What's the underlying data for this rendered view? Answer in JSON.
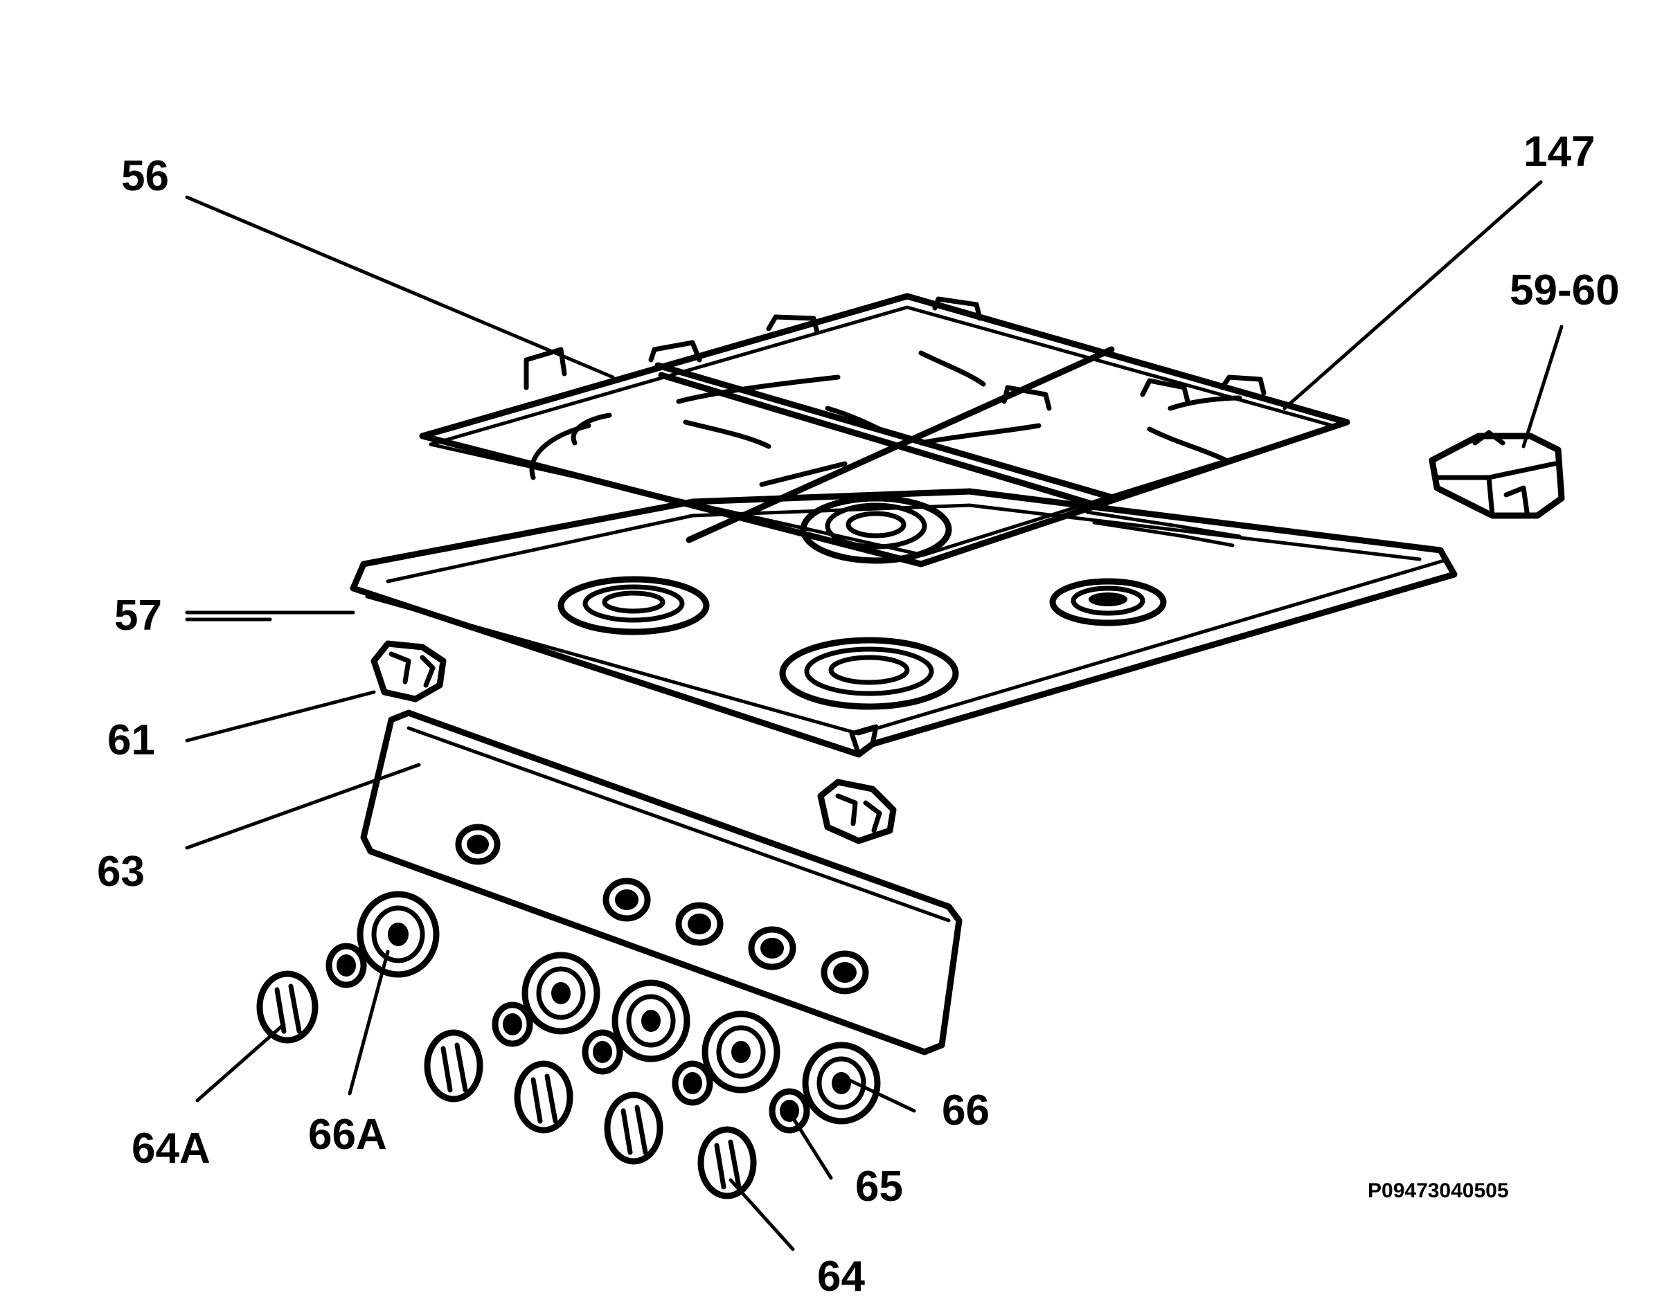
{
  "callouts": {
    "c56": "56",
    "c147": "147",
    "c5960": "59-60",
    "c57": "57",
    "c61": "61",
    "c63": "63",
    "c64A": "64A",
    "c66A": "66A",
    "c66": "66",
    "c65": "65",
    "c64": "64"
  },
  "reference_code": "P09473040505"
}
